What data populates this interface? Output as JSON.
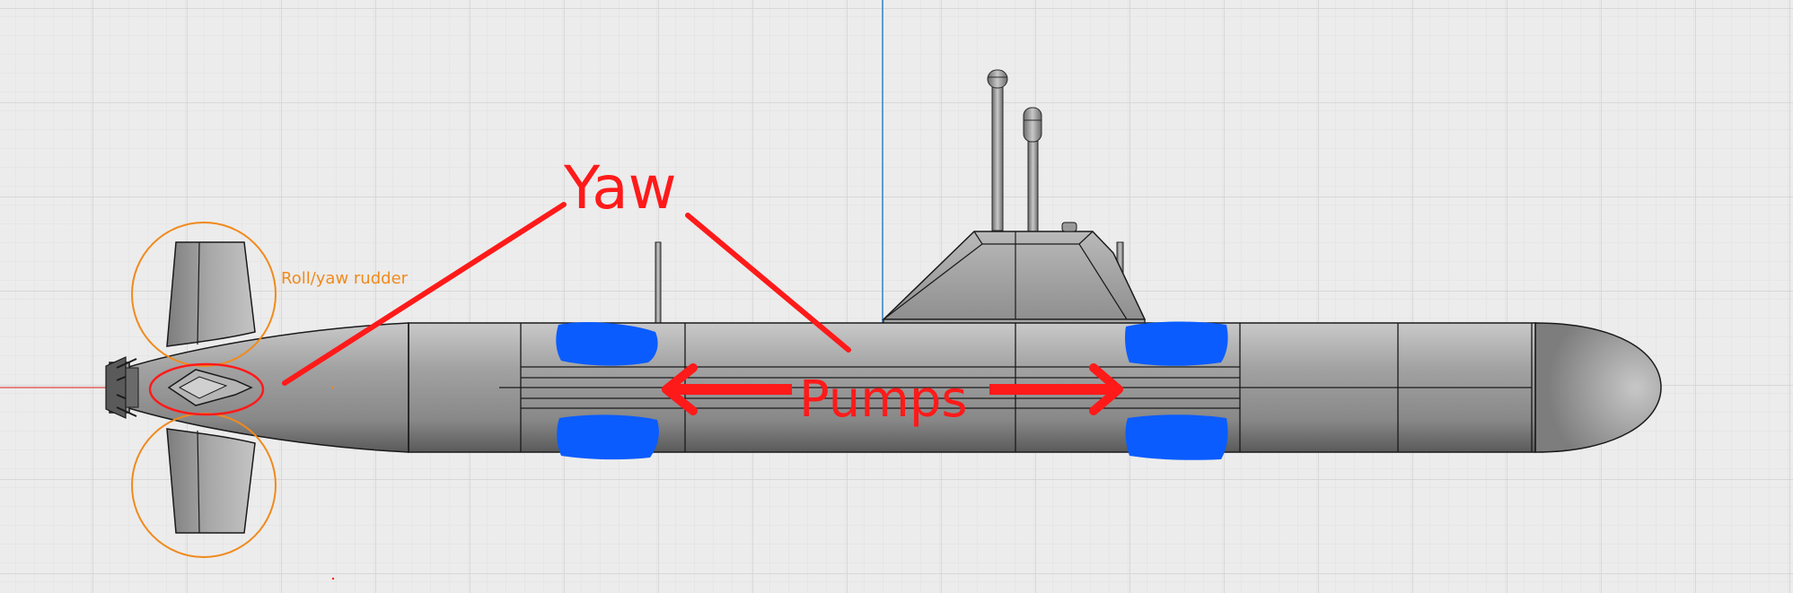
{
  "labels": {
    "yaw": "Yaw",
    "pumps": "Pumps",
    "roll_yaw_rudder": "Roll/yaw rudder"
  },
  "colors": {
    "background": "#ececec",
    "grid_major": "#d6d6d6",
    "grid_minor": "#e2e2e2",
    "axis_blue": "#4a90d9",
    "axis_red": "#d9534f",
    "hull": "#9a9a9a",
    "outline": "#1a1a1a",
    "annotation_red": "#ff0000",
    "annotation_orange": "#f08a1c",
    "pump_blue": "#0a5cff"
  }
}
